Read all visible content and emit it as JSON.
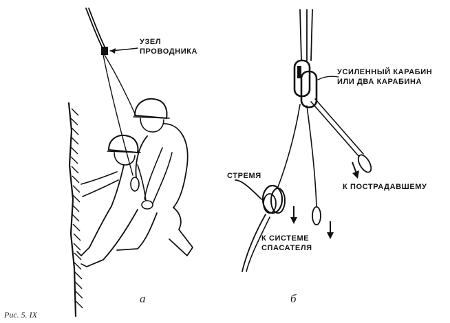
{
  "labels": {
    "guide_knot_line1": "УЗЕЛ",
    "guide_knot_line2": "ПРОВОДНИКА",
    "carabiner_line1": "УСИЛЕННЫЙ КАРАБИН",
    "carabiner_line2": "ИЛИ ДВА КАРАБИНА",
    "stirrup": "СТРЕМЯ",
    "to_victim": "К ПОСТРАДАВШЕМУ",
    "rescuer_line1": "К СИСТЕМЕ",
    "rescuer_line2": "СПАСАТЕЛЯ",
    "part_a": "а",
    "part_b": "б",
    "figure_caption": "Рис. 5. IX"
  }
}
